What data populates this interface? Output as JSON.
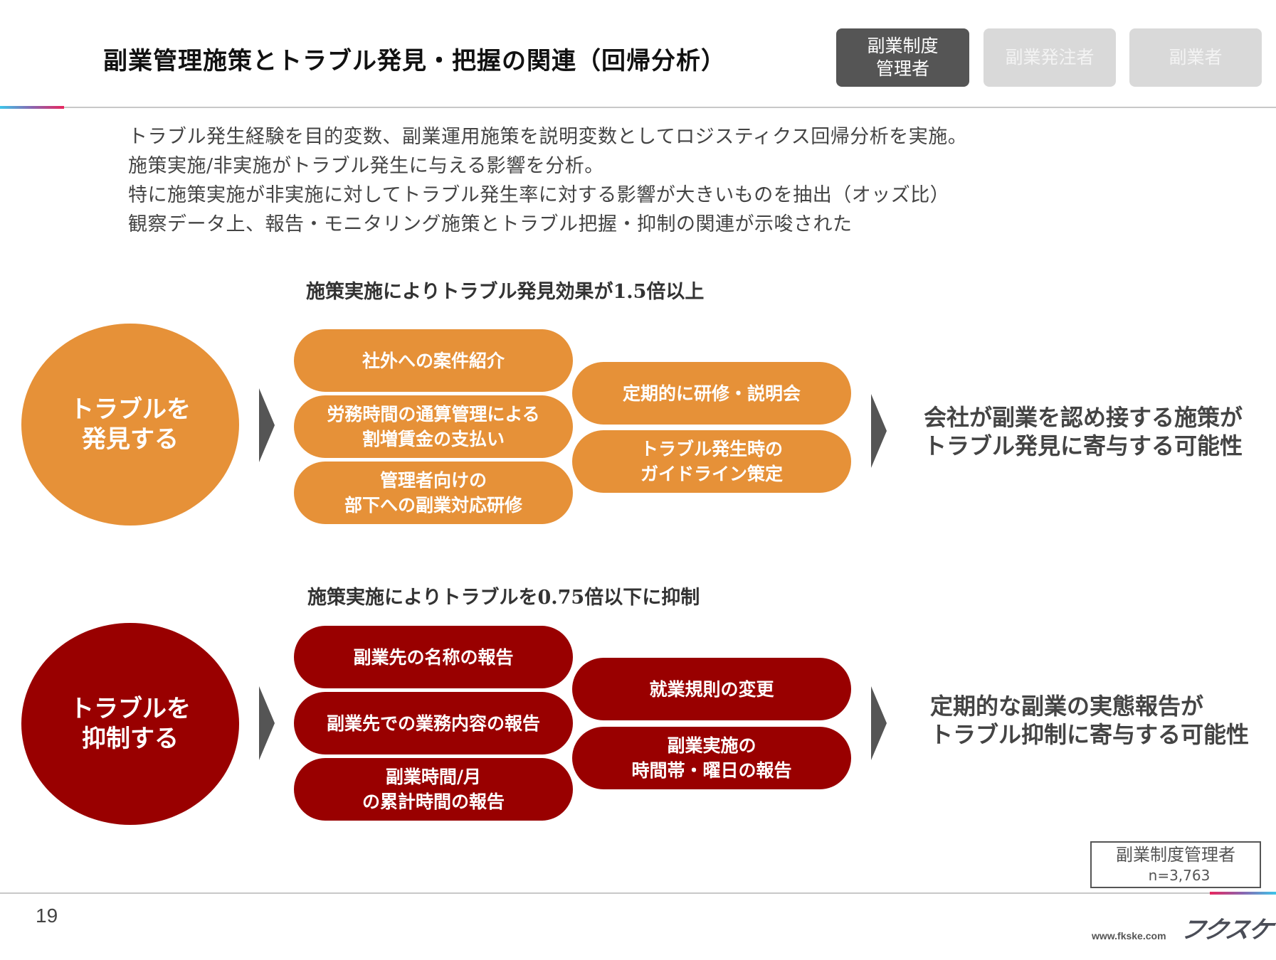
{
  "header": {
    "title": "副業管理施策とトラブル発見・把握の関連（回帰分析）",
    "tabs": [
      {
        "label": "副業制度\n管理者",
        "active": true
      },
      {
        "label": "副業発注者",
        "active": false
      },
      {
        "label": "副業者",
        "active": false
      }
    ]
  },
  "intro": {
    "lines": [
      "トラブル発生経験を目的変数、副業運用施策を説明変数としてロジスティクス回帰分析を実施。",
      "施策実施/非実施がトラブル発生に与える影響を分析。",
      "特に施策実施が非実施に対してトラブル発生率に対する影響が大きいものを抽出（オッズ比）",
      "観察データ上、報告・モニタリング施策とトラブル把握・抑制の関連が示唆された"
    ]
  },
  "sections": [
    {
      "heading": "施策実施によりトラブル発見効果が1.5倍以上",
      "circle_label": "トラブルを\n発見する",
      "color": "#e69138",
      "left_pills": [
        "社外への案件紹介",
        "労務時間の通算管理による\n割増賃金の支払い",
        "管理者向けの\n部下への副業対応研修"
      ],
      "right_pills": [
        "定期的に研修・説明会",
        "トラブル発生時の\nガイドライン策定"
      ],
      "conclusion": "会社が副業を認め接する施策が\nトラブル発見に寄与する可能性"
    },
    {
      "heading": "施策実施によりトラブルを0.75倍以下に抑制",
      "circle_label": "トラブルを\n抑制する",
      "color": "#990000",
      "left_pills": [
        "副業先の名称の報告",
        "副業先での業務内容の報告",
        "副業時間/月\nの累計時間の報告"
      ],
      "right_pills": [
        "就業規則の変更",
        "副業実施の\n時間帯・曜日の報告"
      ],
      "conclusion": "定期的な副業の実態報告が\nトラブル抑制に寄与する可能性"
    }
  ],
  "sample": {
    "label": "副業制度管理者",
    "n": "n=3,763"
  },
  "footer": {
    "page_number": "19",
    "url": "www.fkske.com",
    "logo": "フクスケ"
  },
  "colors": {
    "orange": "#e69138",
    "dark_red": "#990000",
    "active_tab": "#555555",
    "inactive_tab": "#d9d9d9",
    "arrow": "#555555"
  }
}
